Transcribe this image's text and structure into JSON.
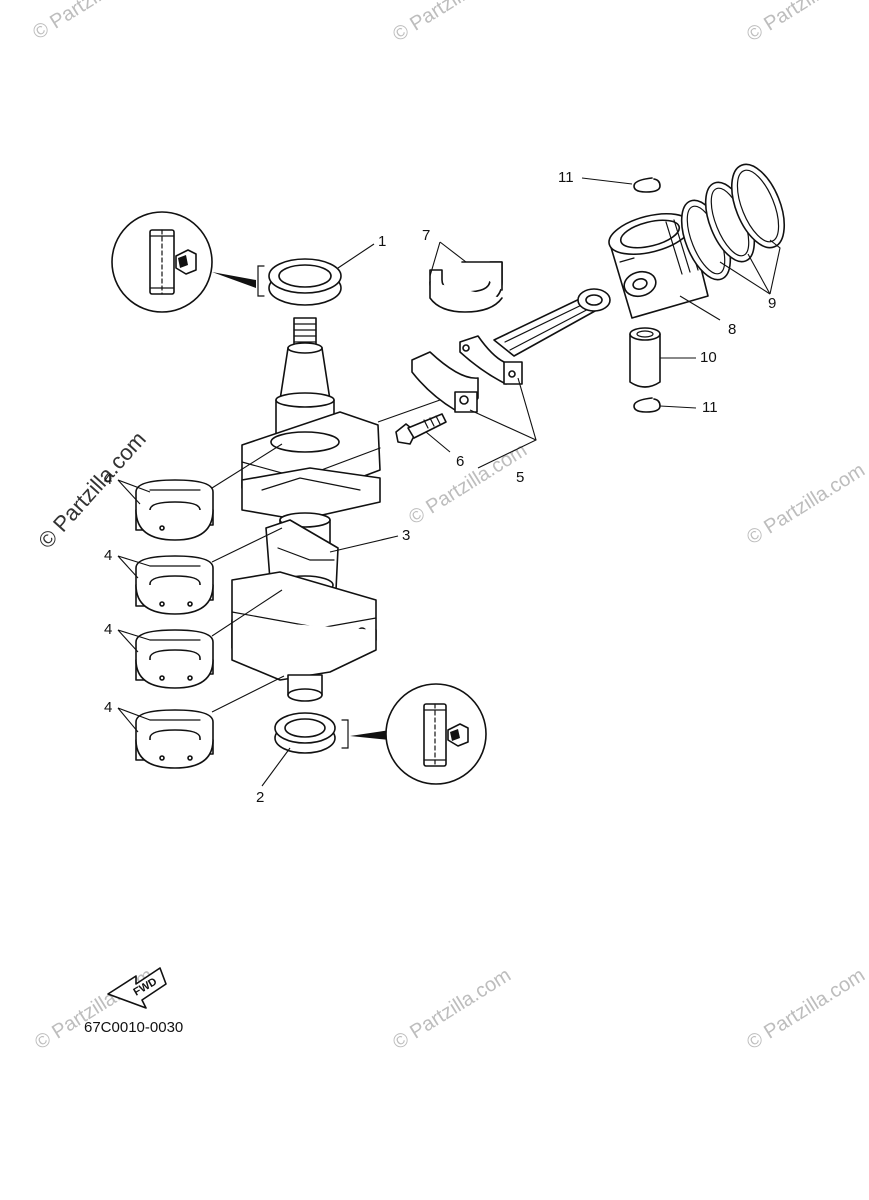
{
  "watermark": "© Partzilla.com",
  "callouts": {
    "c1": "1",
    "c2": "2",
    "c3": "3",
    "c4a": "4",
    "c4b": "4",
    "c4c": "4",
    "c4d": "4",
    "c5": "5",
    "c6": "6",
    "c7": "7",
    "c8": "8",
    "c9": "9",
    "c10": "10",
    "c11a": "11",
    "c11b": "11"
  },
  "fwd_label": "FWD",
  "diagram_code": "67C0010-0030",
  "icons": [
    "oil-seal-detail-icon",
    "grease-application-icon",
    "forward-arrow-icon"
  ]
}
